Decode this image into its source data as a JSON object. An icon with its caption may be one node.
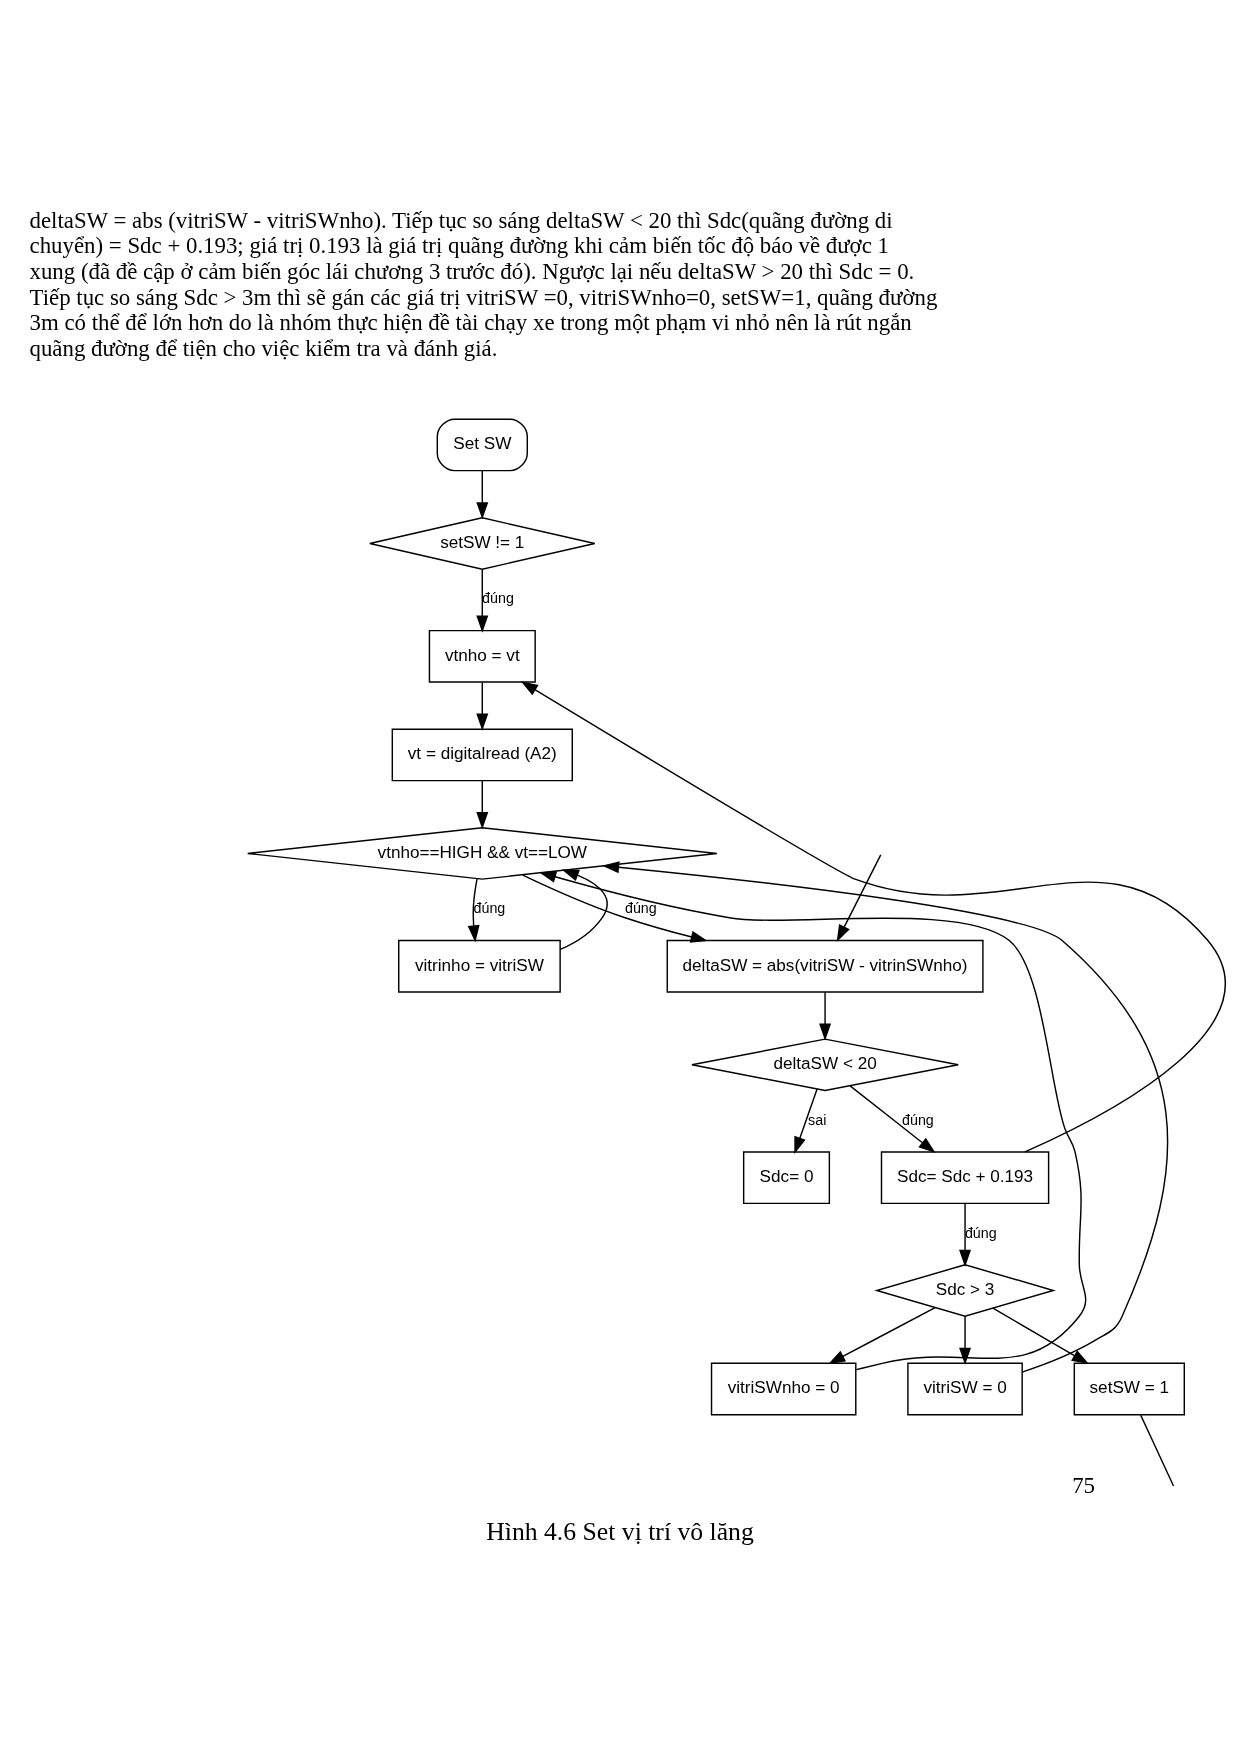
{
  "diagram": {
    "caption": "Hình 4.6 Set vị trí vô lăng",
    "nodes": [
      {
        "text": [
          "Set SW"
        ]
      },
      {
        "text": [
          "setSW != 1"
        ]
      },
      {
        "text": [
          "vtnho = vt"
        ]
      },
      {
        "text": [
          "vt = digitalread (A2)"
        ]
      },
      {
        "text": [
          "vtnho==HIGH && vt==LOW"
        ]
      },
      {
        "text": [
          "vitrinho = vitriSW"
        ]
      },
      {
        "text": [
          "deltaSW = abs(vitriSW - vitrinSWnho)"
        ]
      },
      {
        "text": [
          "deltaSW < 20"
        ]
      },
      {
        "text": [
          "Sdc= 0"
        ]
      },
      {
        "text": [
          "Sdc= Sdc + 0.193"
        ]
      },
      {
        "text": [
          "Sdc > 3"
        ]
      },
      {
        "text": [
          "vitriSWnho = 0"
        ]
      },
      {
        "text": [
          "vitriSW = 0"
        ]
      },
      {
        "text": [
          "setSW = 1"
        ]
      }
    ],
    "edges": [
      {
        "from": 0,
        "to": 1,
        "arrow": "to"
      },
      {
        "from": 1,
        "to": 2,
        "arrow": "to",
        "label": "đúng"
      },
      {
        "from": 2,
        "to": 3,
        "arrow": "to"
      },
      {
        "from": 3,
        "to": 4,
        "arrow": "to"
      },
      {
        "from": 4,
        "to": 5,
        "arrow": "to",
        "label": "đúng"
      },
      {
        "from": 4,
        "to": 6,
        "arrow": "to",
        "label": "đúng"
      },
      {
        "from": 6,
        "to": 7,
        "arrow": "to"
      },
      {
        "from": 7,
        "to": 8,
        "arrow": "to",
        "label": "sai"
      },
      {
        "from": 7,
        "to": 9,
        "arrow": "to",
        "label": "đúng"
      },
      {
        "from": 9,
        "to": 10,
        "arrow": "to",
        "label": "đúng"
      },
      {
        "from": 9,
        "to": 2,
        "arrow": "to"
      },
      {
        "from": 10,
        "to": 11,
        "arrow": "to"
      },
      {
        "from": 10,
        "to": 12,
        "arrow": "to"
      },
      {
        "from": 10,
        "to": 13,
        "arrow": "to"
      },
      {
        "from": 5,
        "to": 4,
        "arrow": "to"
      },
      {
        "from": 11,
        "to": 4,
        "arrow": "to"
      },
      {
        "from": 12,
        "to": 4,
        "arrow": "to"
      },
      {
        "from": 13,
        "to": null,
        "arrow": "none"
      },
      {
        "from": null,
        "to": 6,
        "arrow": "to"
      }
    ],
    "labels": [
      "deltaSW = abs (vitriSW - vitriSWnho). Tiếp tục so sáng deltaSW < 20 thì Sdc(quãng đường di chuyển) = Sdc + 0.193; giá trị 0.193 là giá trị quãng đường khi cảm biến tốc độ báo về được 1 xung (đã đề cập ở cảm biến góc lái chương 3 trước đó). Ngược lại nếu deltaSW > 20 thì Sdc = 0. Tiếp tục so sáng Sdc > 3m thì sẽ gán các giá trị vitriSW =0, vitriSWnho=0, setSW=1, quãng đường 3m có thể để lớn hơn do là nhóm thực hiện đề tài chạy xe trong một phạm vi nhỏ nên là rút ngắn quãng đường để tiện cho việc kiểm tra và đánh giá.",
      "75"
    ]
  }
}
